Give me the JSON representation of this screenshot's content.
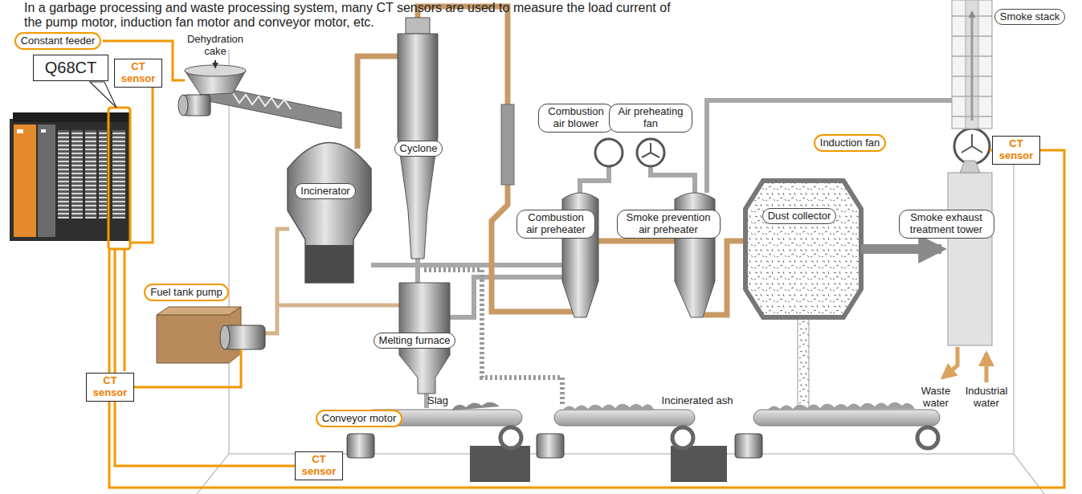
{
  "diagram": {
    "nodes": [
      {
        "text": [
          "Constant feeder"
        ]
      },
      {
        "text": [
          "Q68CT"
        ]
      },
      {
        "text": [
          "CT sensor"
        ]
      },
      {
        "text": [
          "Incinerator"
        ]
      },
      {
        "text": [
          "Cyclone"
        ]
      },
      {
        "text": [
          "Combustion air blower"
        ]
      },
      {
        "text": [
          "Air preheating fan"
        ]
      },
      {
        "text": [
          "Smoke stack"
        ]
      },
      {
        "text": [
          "Induction fan"
        ]
      },
      {
        "text": [
          "CT sensor"
        ]
      },
      {
        "text": [
          "Combustion air preheater"
        ]
      },
      {
        "text": [
          "Smoke prevention air preheater"
        ]
      },
      {
        "text": [
          "Dust collector"
        ]
      },
      {
        "text": [
          "Smoke exhaust treatment tower"
        ]
      },
      {
        "text": [
          "Melting furnace"
        ]
      },
      {
        "text": [
          "Fuel tank pump"
        ]
      },
      {
        "text": [
          "CT sensor"
        ]
      },
      {
        "text": [
          "Conveyor motor"
        ]
      },
      {
        "text": [
          "CT sensor"
        ]
      }
    ],
    "labels": [
      "In a garbage processing and waste processing system, many CT sensors are used to measure the load current of the pump motor, induction fan motor and conveyor motor, etc.",
      "Dehydration cake",
      "Slag",
      "Incinerated ash",
      "Waste water",
      "Industrial water"
    ]
  }
}
